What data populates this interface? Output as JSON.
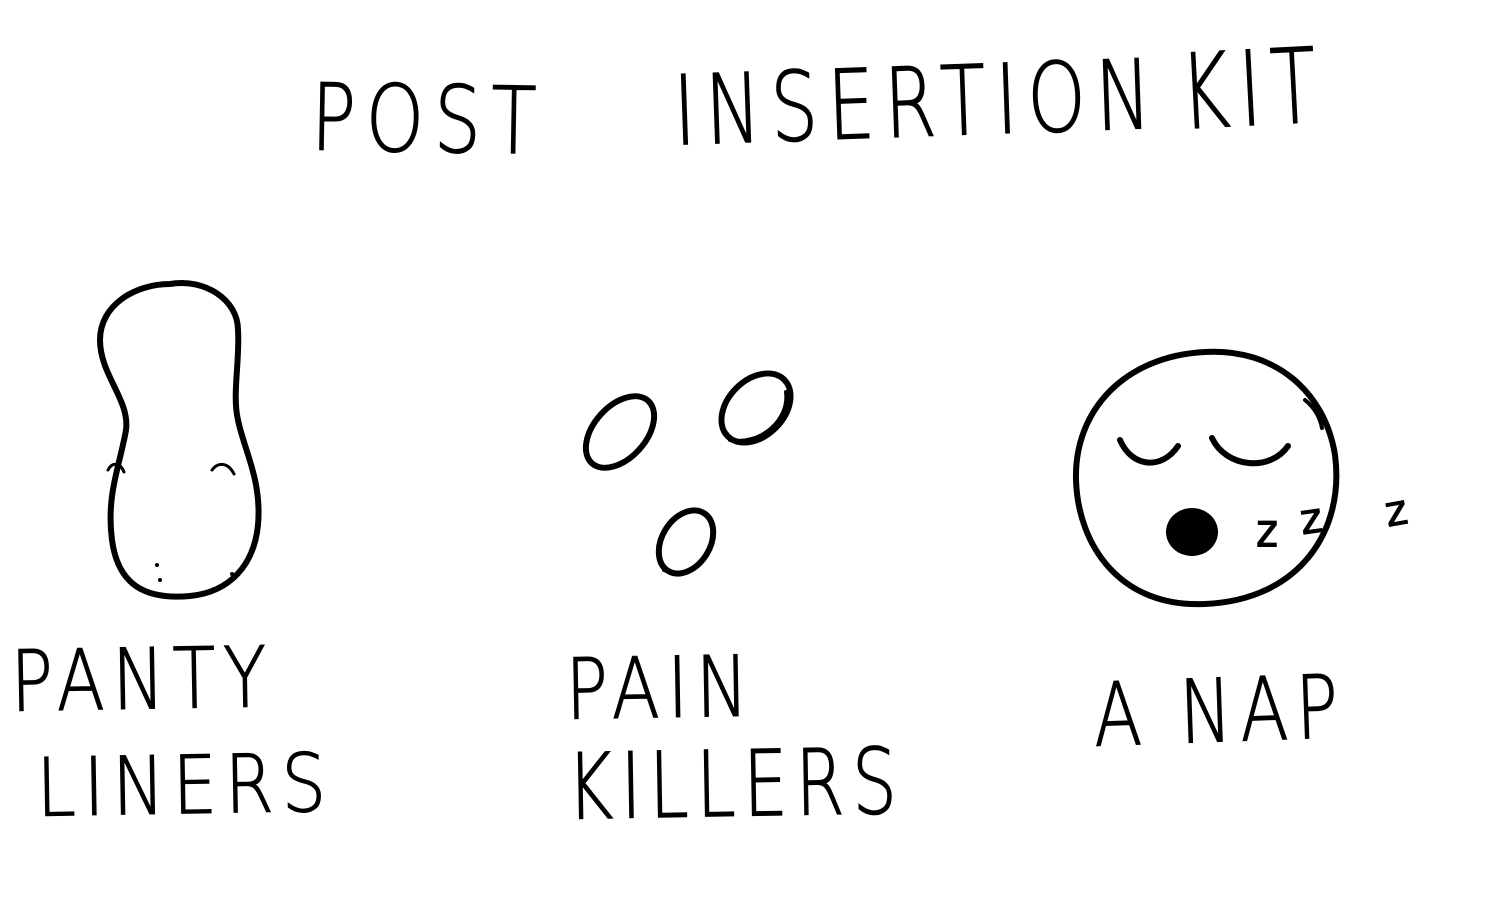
{
  "title": {
    "word1": "POST",
    "word2": "INSERTION",
    "word3": "KIT"
  },
  "items": [
    {
      "line1": "PANTY",
      "line2": "LINERS",
      "icon": "panty-liner-icon"
    },
    {
      "line1": "PAIN",
      "line2": "KILLERS",
      "icon": "pills-icon"
    },
    {
      "line1": "A NAP",
      "icon": "sleeping-face-icon",
      "zs": [
        "z",
        "z",
        "z"
      ]
    }
  ],
  "colors": {
    "ink": "#000000",
    "paper": "#ffffff"
  }
}
